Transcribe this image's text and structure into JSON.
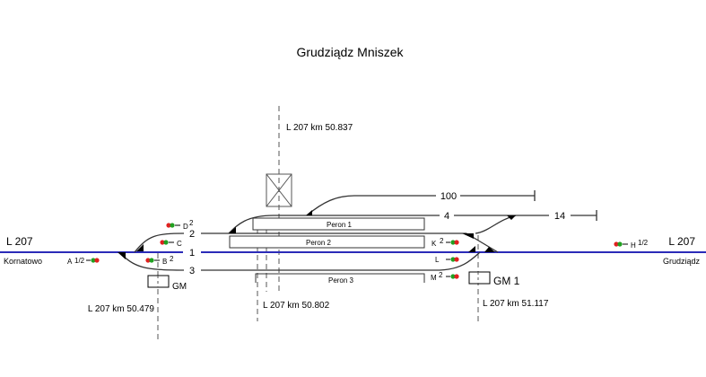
{
  "title": "Grudziądz Mniszek",
  "line": {
    "left_label": "L 207",
    "right_label": "L 207",
    "left_destination": "Kornatowo",
    "right_destination": "Grudziądz",
    "color": "#2b2bb8"
  },
  "tracks": [
    {
      "id": "track-1",
      "label": "1"
    },
    {
      "id": "track-2",
      "label": "2"
    },
    {
      "id": "track-3",
      "label": "3"
    },
    {
      "id": "track-4",
      "label": "4"
    },
    {
      "id": "track-14",
      "label": "14"
    },
    {
      "id": "track-100",
      "label": "100"
    }
  ],
  "platforms": [
    {
      "label": "Peron 1"
    },
    {
      "label": "Peron 2"
    },
    {
      "label": "Peron 3"
    }
  ],
  "signals": [
    {
      "name": "A",
      "sup": "1/2"
    },
    {
      "name": "B",
      "sup": "2"
    },
    {
      "name": "C",
      "sup": ""
    },
    {
      "name": "D",
      "sup": "2"
    },
    {
      "name": "K",
      "sup": "2"
    },
    {
      "name": "L",
      "sup": ""
    },
    {
      "name": "M",
      "sup": "2"
    },
    {
      "name": "H",
      "sup": "1/2"
    }
  ],
  "signal_colors": {
    "red": "#e02020",
    "green": "#20a020"
  },
  "boxes": [
    {
      "label": "GM"
    },
    {
      "label": "GM 1"
    }
  ],
  "kilometers": [
    {
      "label": "L 207 km 50.837"
    },
    {
      "label": "L 207 km 50.479"
    },
    {
      "label": "L 207 km 50.802"
    },
    {
      "label": "L 207 km 51.117"
    }
  ]
}
